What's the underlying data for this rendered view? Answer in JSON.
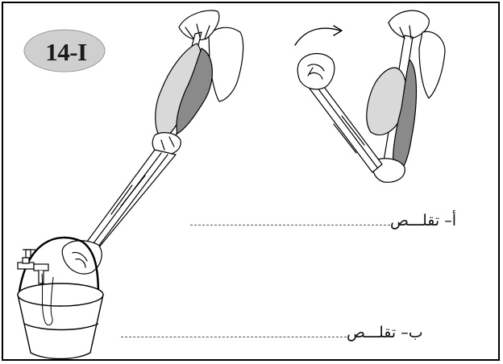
{
  "figure": {
    "badge_label": "14-I",
    "label_a": "أ– تقلـــص",
    "label_b": "ب– تقلـــص"
  },
  "colors": {
    "badge_fill": "#cfcfcf",
    "muscle_light": "#d9d9d9",
    "muscle_dark": "#8a8a8a",
    "line": "#000000"
  },
  "icons": {
    "rotation_arrow": "curved-arrow-icon"
  }
}
